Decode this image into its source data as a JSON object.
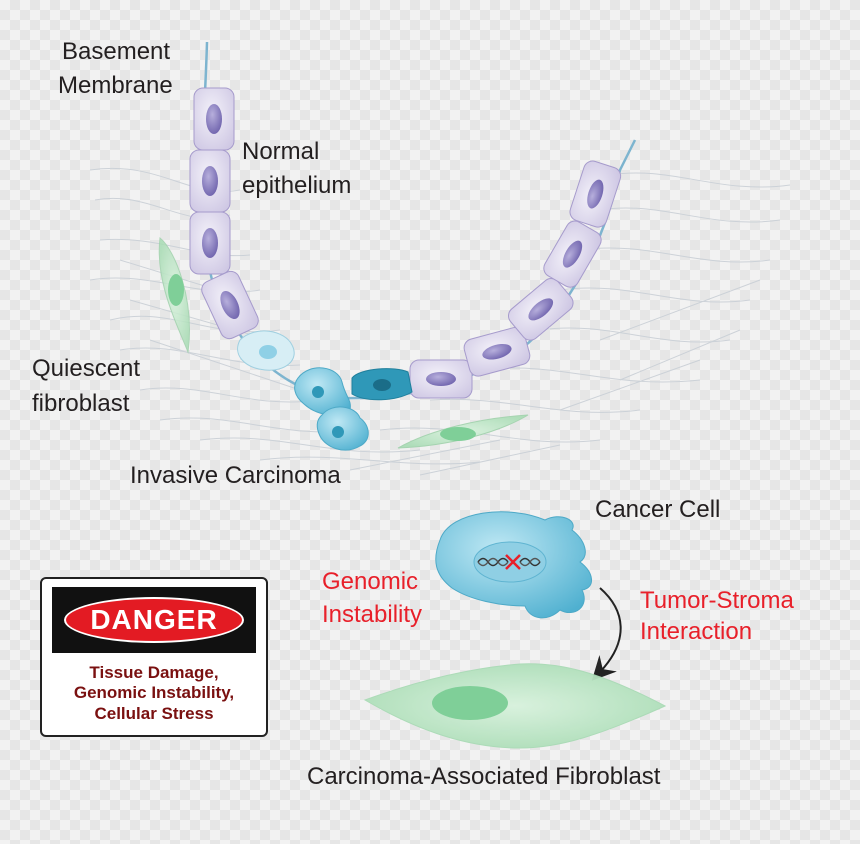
{
  "labels": {
    "basement_membrane_1": "Basement",
    "basement_membrane_2": "Membrane",
    "normal_epithelium_1": "Normal",
    "normal_epithelium_2": "epithelium",
    "quiescent_fibroblast_1": "Quiescent",
    "quiescent_fibroblast_2": "fibroblast",
    "invasive_carcinoma": "Invasive Carcinoma",
    "cancer_cell": "Cancer Cell",
    "genomic_instability_1": "Genomic",
    "genomic_instability_2": "Instability",
    "tumor_stroma_1": "Tumor-Stroma",
    "tumor_stroma_2": "Interaction",
    "caf": "Carcinoma-Associated Fibroblast"
  },
  "danger_sign": {
    "title": "DANGER",
    "line1": "Tissue Damage,",
    "line2": "Genomic Instability,",
    "line3": "Cellular Stress"
  },
  "colors": {
    "epithelial_cell": "#dcd6ec",
    "nucleus": "#8a7fc0",
    "membrane": "#7db4cf",
    "cancer_cell": "#6cc0da",
    "fibroblast": "#b8e3c2",
    "label_red": "#e8202a"
  }
}
